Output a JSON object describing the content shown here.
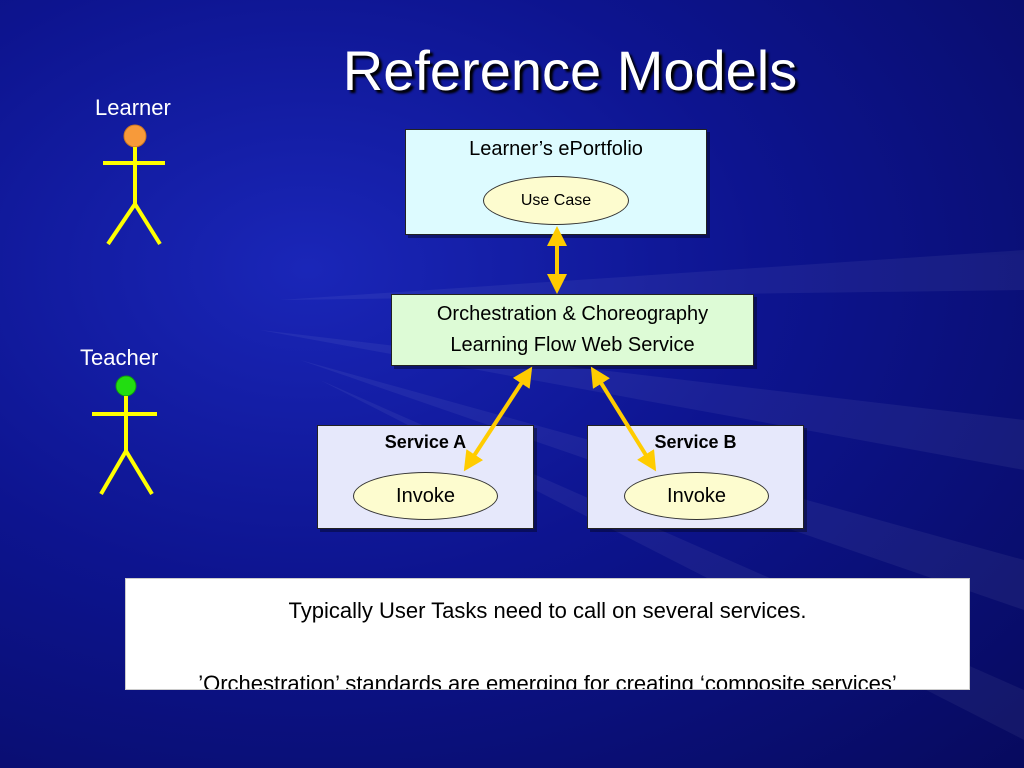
{
  "title": "Reference Models",
  "actors": {
    "learner": {
      "label": "Learner",
      "head_color": "#f79a3a"
    },
    "teacher": {
      "label": "Teacher",
      "head_color": "#22dd11"
    }
  },
  "eportfolio": {
    "title": "Learner’s ePortfolio",
    "use_case": "Use Case"
  },
  "orchestration": {
    "line1": "Orchestration & Choreography",
    "line2": "Learning Flow Web Service"
  },
  "services": [
    {
      "title": "Service A",
      "action": "Invoke"
    },
    {
      "title": "Service B",
      "action": "Invoke"
    }
  ],
  "note": {
    "line1": "Typically User Tasks need to call on several services.",
    "line2": "’Orchestration’ standards are emerging for creating ‘composite services’"
  },
  "colors": {
    "background": "#0d148f",
    "stick_figure": "#ffff00",
    "connector": "#ffcc00"
  }
}
